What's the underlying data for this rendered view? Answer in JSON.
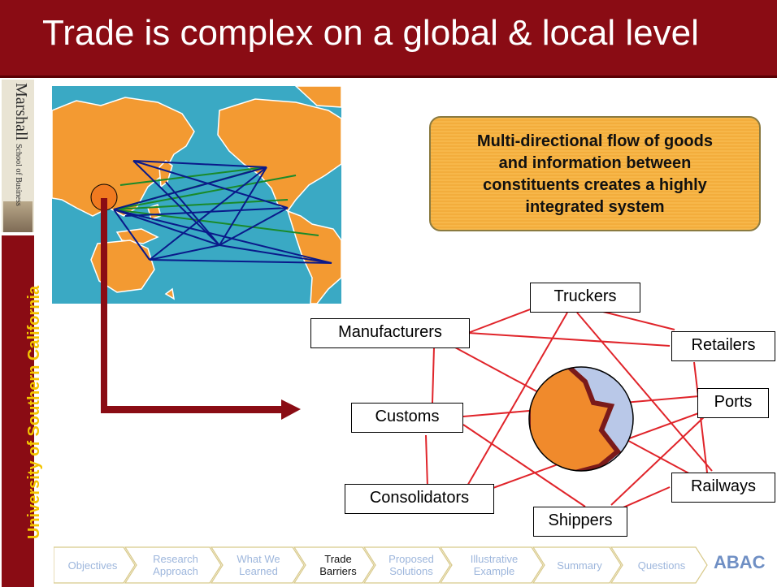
{
  "slide": {
    "title": "Trade is complex on a global & local level",
    "university": "University of Southern California",
    "school_logo": {
      "name": "Marshall",
      "subtitle": "School of Business"
    },
    "callout": "Multi-directional flow of goods\nand information between\nconstituents creates a highly\nintegrated system",
    "nodes": {
      "truckers": "Truckers",
      "manufacturers": "Manufacturers",
      "retailers": "Retailers",
      "customs": "Customs",
      "ports": "Ports",
      "consolidators": "Consolidators",
      "railways": "Railways",
      "shippers": "Shippers"
    },
    "nav": [
      {
        "label": "Objectives",
        "active": false
      },
      {
        "label": "Research\nApproach",
        "active": false
      },
      {
        "label": "What We\nLearned",
        "active": false
      },
      {
        "label": "Trade\nBarriers",
        "active": true
      },
      {
        "label": "Proposed\nSolutions",
        "active": false
      },
      {
        "label": "Illustrative\nExample",
        "active": false
      },
      {
        "label": "Summary",
        "active": false
      },
      {
        "label": "Questions",
        "active": false
      }
    ],
    "brand": "ABAC"
  },
  "colors": {
    "header": "#8a0c14",
    "usc_text": "#f4c500",
    "ocean": "#3aa9c4",
    "land": "#f39a32",
    "route_blue": "#0a1a8a",
    "route_green": "#1a8a2a",
    "network_line": "#e0242a",
    "arrow": "#8a0c14",
    "callout_fill": "#f7b74a",
    "nav_text": "#9db6dc"
  }
}
